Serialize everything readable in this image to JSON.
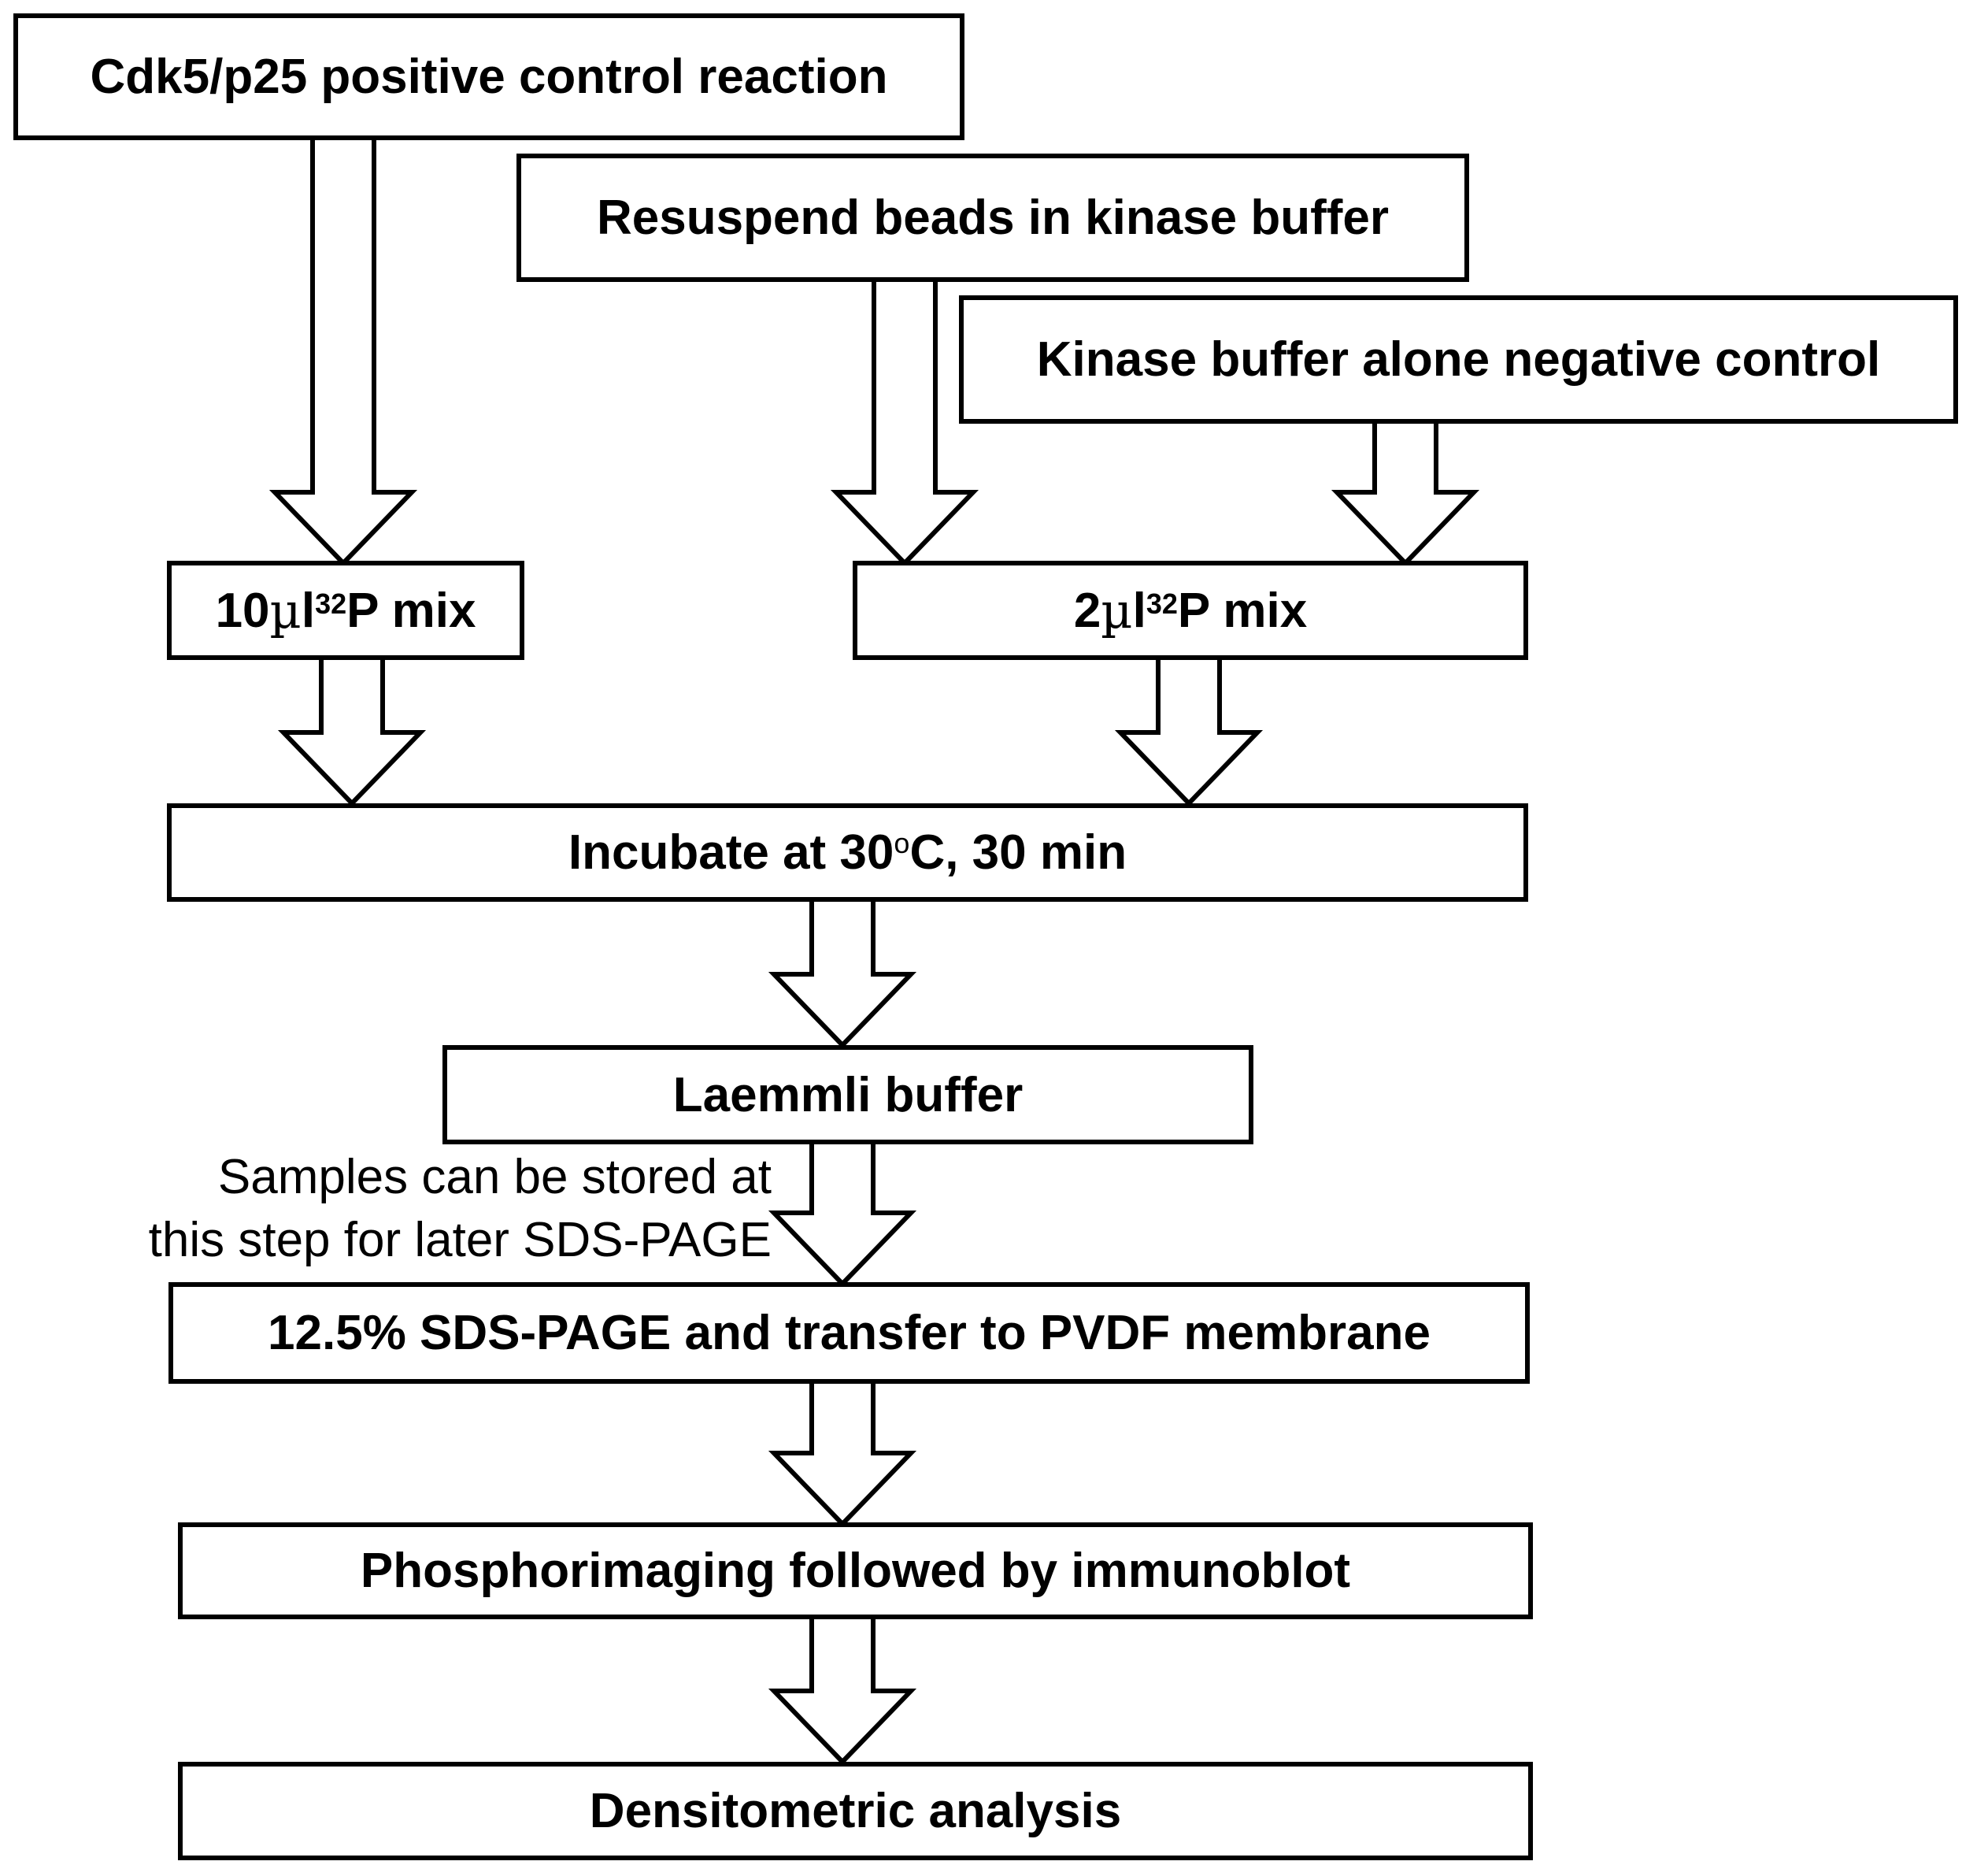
{
  "boxes": {
    "positive_control": "Cdk5/p25 positive control reaction",
    "resuspend": "Resuspend beads in kinase buffer",
    "negative_control": "Kinase buffer alone negative control",
    "mix10": {
      "prefix": "10 ",
      "mu": "µ",
      "unit": "l ",
      "sup": "32",
      "rest": "P mix"
    },
    "mix2": {
      "prefix": "2 ",
      "mu": "µ",
      "unit": "l ",
      "sup": "32",
      "rest": "P mix"
    },
    "incubate": {
      "prefix": "Incubate at 30 ",
      "deg": "o",
      "rest": "C, 30 min"
    },
    "laemmli": "Laemmli buffer",
    "sds_page": "12.5% SDS-PAGE and transfer to PVDF membrane",
    "phosphor": "Phosphorimaging followed by immunoblot",
    "densitometric": "Densitometric analysis"
  },
  "note": {
    "line1": "Samples can be stored at",
    "line2": "this step for later SDS-PAGE"
  }
}
